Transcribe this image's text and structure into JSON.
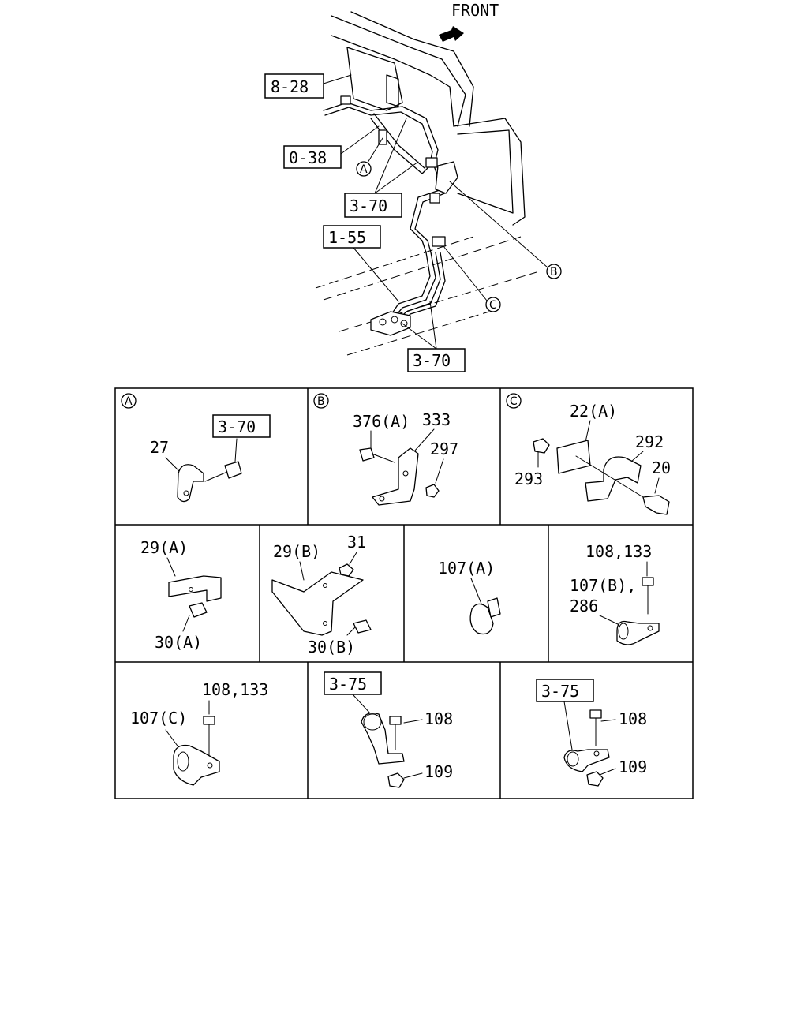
{
  "header": {
    "front_label": "FRONT"
  },
  "main_view": {
    "refs": [
      "8-28",
      "0-38",
      "3-70",
      "1-55",
      "3-70"
    ],
    "markers": [
      "A",
      "B",
      "C"
    ]
  },
  "details": {
    "A": {
      "marker": "A",
      "ref": "3-70",
      "parts": [
        "27"
      ]
    },
    "B": {
      "marker": "B",
      "parts": [
        "376(A)",
        "333",
        "297"
      ]
    },
    "C": {
      "marker": "C",
      "parts": [
        "22(A)",
        "292",
        "293",
        "20"
      ]
    },
    "d4": {
      "parts": [
        "29(A)",
        "30(A)"
      ]
    },
    "d5": {
      "parts": [
        "29(B)",
        "31",
        "30(B)"
      ]
    },
    "d6": {
      "parts": [
        "107(A)"
      ]
    },
    "d7": {
      "parts": [
        "108,133",
        "107(B),",
        "286"
      ]
    },
    "d8": {
      "parts": [
        "108,133",
        "107(C)"
      ]
    },
    "d9": {
      "ref": "3-75",
      "parts": [
        "108",
        "109"
      ]
    },
    "d10": {
      "ref": "3-75",
      "parts": [
        "108",
        "109"
      ]
    }
  }
}
